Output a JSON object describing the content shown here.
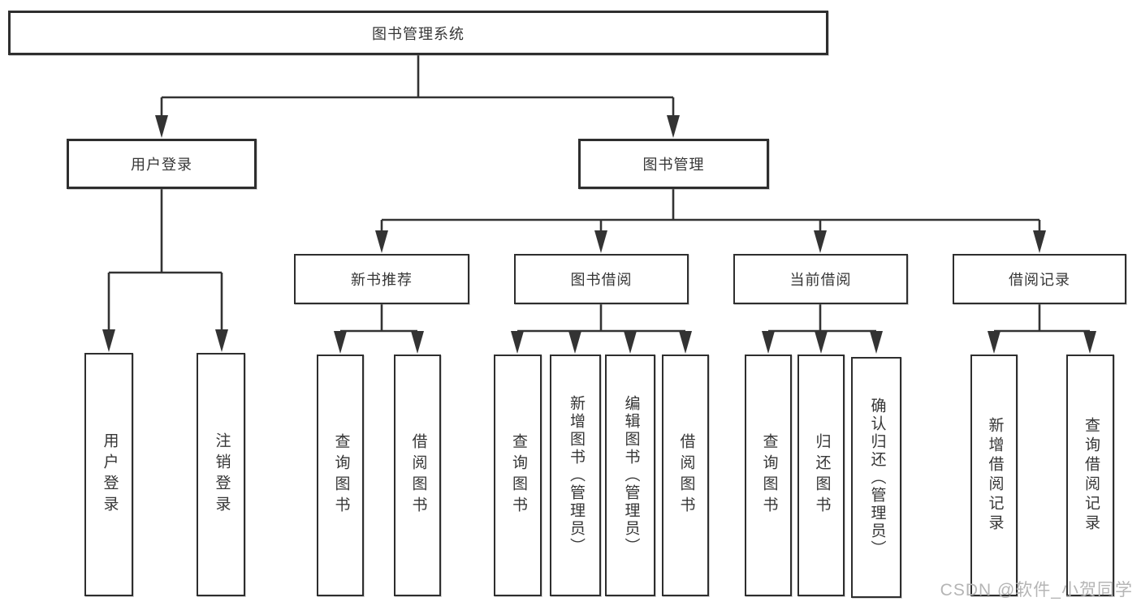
{
  "diagram_type": "hierarchy-tree",
  "colors": {
    "line": "#333333",
    "box_border": "#2e2e2e",
    "text": "#363636",
    "watermark": "#b5b5b5",
    "background": "#ffffff"
  },
  "root": {
    "label": "图书管理系统",
    "children": [
      {
        "label": "用户登录",
        "children": [
          {
            "label": "用户登录"
          },
          {
            "label": "注销登录"
          }
        ]
      },
      {
        "label": "图书管理",
        "children": [
          {
            "label": "新书推荐",
            "children": [
              {
                "label": "查询图书"
              },
              {
                "label": "借阅图书"
              }
            ]
          },
          {
            "label": "图书借阅",
            "children": [
              {
                "label": "查询图书"
              },
              {
                "label": "新增图书（管理员）"
              },
              {
                "label": "编辑图书（管理员）"
              },
              {
                "label": "借阅图书"
              }
            ]
          },
          {
            "label": "当前借阅",
            "children": [
              {
                "label": "查询图书"
              },
              {
                "label": "归还图书"
              },
              {
                "label": "确认归还（管理员）"
              }
            ]
          },
          {
            "label": "借阅记录",
            "children": [
              {
                "label": "新增借阅记录"
              },
              {
                "label": "查询借阅记录"
              }
            ]
          }
        ]
      }
    ]
  },
  "watermark": "CSDN @软件_小贺同学"
}
